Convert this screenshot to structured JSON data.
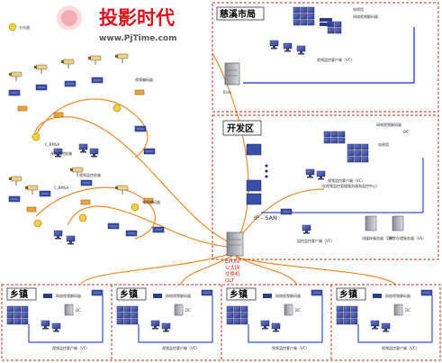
{
  "logo": {
    "text": "投影时代",
    "url": "www.PjTime.com"
  },
  "legend": {
    "label": "分光器"
  },
  "regions": {
    "city": {
      "title": "慈溪市局",
      "labels": [
        "电视墙",
        "网络视频解码器",
        "视频监控客户端（VC）"
      ],
      "device_label": "Bras"
    },
    "dev_zone": {
      "title": "开发区",
      "labels": [
        "网络视频解码器",
        "DC",
        "电视墙",
        "视频监控客户端（VC）",
        "（含视频监控管理服务器和监控中心）",
        "监控监控客户端（VC）",
        "流媒体服务器（DM）",
        "数字存储服务器（VS）",
        "IP - SAN"
      ]
    },
    "olt": {
      "lines": [
        "EPON/",
        "以太网",
        "交换机",
        "OLT"
      ]
    },
    "towns": [
      {
        "title": "乡镇",
        "decoder": "网络视频解码器",
        "dc": "DC",
        "vc": "视频监控客户端（VC）"
      },
      {
        "title": "乡镇",
        "decoder": "网络视频解码器",
        "dc": "DC",
        "vc": "视频监控客户端（VC）"
      },
      {
        "title": "乡镇",
        "decoder": "网络视频解码器",
        "dc": "DC",
        "vc": "视频监控客户端（VC）"
      },
      {
        "title": "乡镇",
        "decoder": "网络视频解码器",
        "dc": "DC",
        "vc": "视频监控客户端（VC）"
      }
    ]
  },
  "field": {
    "labels": [
      "C_BMSA",
      "视频监控前端",
      "视频编码器",
      "C_BMSA",
      "视频监控前端",
      "视频编码器"
    ]
  },
  "colors": {
    "orange_link": "#f08a2c",
    "blue_link": "#3b4fd8",
    "dash_frame": "#c0301e",
    "monitor": "#4a5aa8",
    "logo_red": "#d8111a"
  }
}
